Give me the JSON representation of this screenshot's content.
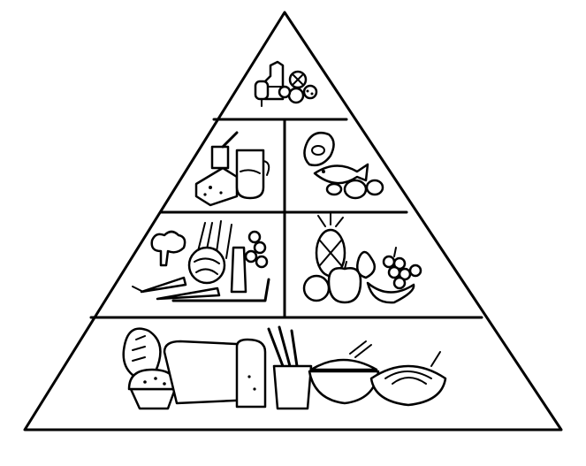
{
  "diagram": {
    "type": "food-pyramid",
    "line_color": "#000000",
    "background": "#ffffff",
    "tiers": [
      {
        "tier": 1,
        "sections": [
          {
            "icon": "fats-oils-sweets-icon"
          }
        ]
      },
      {
        "tier": 2,
        "sections": [
          {
            "icon": "dairy-icon"
          },
          {
            "icon": "meat-fish-icon"
          }
        ]
      },
      {
        "tier": 3,
        "sections": [
          {
            "icon": "vegetables-icon"
          },
          {
            "icon": "fruits-icon"
          }
        ]
      },
      {
        "tier": 4,
        "sections": [
          {
            "icon": "grains-bread-icon"
          }
        ]
      }
    ]
  }
}
